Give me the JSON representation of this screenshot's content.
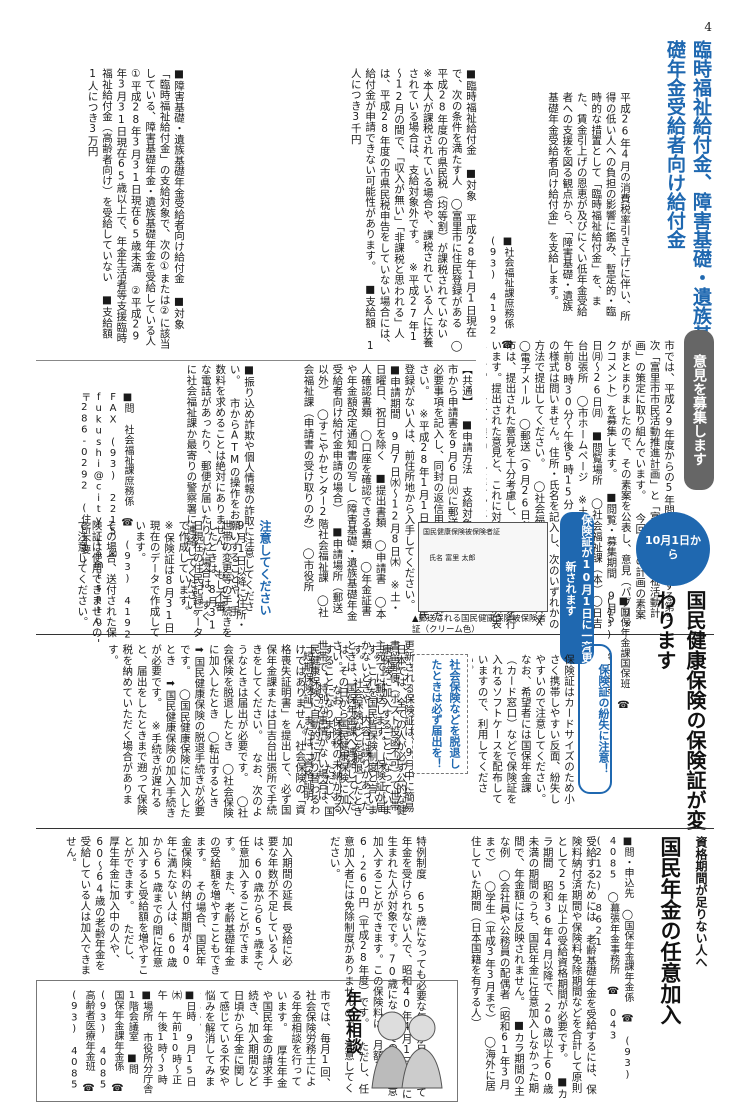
{
  "page_number": "4",
  "welfare": {
    "title": "臨時福祉給付金、障害基礎・遺族基礎年金受給者向け給付金",
    "intro": "平成26年4月の消費税率引き上げに伴い、所得の低い人への負担の影響に鑑み、暫定的・臨時的な措置として「臨時福祉給付金」を、また、賃金引上げの恩恵が及びにくい低年金受給者への支援を図る観点から、「障害基礎・遺族基礎年金受給者向け給付金」を支給します。",
    "contact": "■社会福祉課庶務係 ☎ (93) 4192 FAX (93) 2215",
    "col1": "■臨時福祉給付金 ■対象 平成28年1月1日現在で、次の条件を満たす人 ◯富里市に住民登録がある ◯平成28年度の市県民税（均等割）が課税されていない ※本人が課税されている場合や、課税されている人に扶養されている場合は、支給対象外です。 ※平成27年1～12月の間で、「収入が無い」「非課税と思われる」人は、平成28年度の市県民税申告をしていない場合には、給付金が申請できない可能性があります。 ■支給額 1人につき3千円",
    "col2": "■障害基礎・遺族基礎年金受給者向け給付金 ■対象 「臨時福祉給付金」の支給対象で、次の①または②に該当している、障害基礎年金・遺族基礎年金を受給している人 ①平成28年3月31日現在65歳未満 ②平成29年3月31日現在65歳以上で、年金生活者等支援臨時福祉給付金（高齢者向け）を受給していない ■支給額 1人につき3万円",
    "col3": "【共通】 ■申請方法 支給対象と思われる人に、市から申請書を9月6日㈫に郵送します。その後、必要事項を記入し、同封の返信用封筒で送付してください。 ※平成28年1月1日時点で富里市に住民登録がない人は、前住所地から入手してください。 ■申請期間 9月7日㈬～12月8日㈭ ※土・日曜日、祝日を除く ■提出書類 ◯申請書 ◯本人確認書類 ◯口座を確認できる書類 ◯年金証書や年金額改定通知書の写し（障害基礎・遺族基礎年金受給者向け給付金申請の場合） ■申請場所（郵送以外） ◯すこやかセンター2階社会福祉課 ◯社会福祉課（申請書の受け取りのみ） ◯市役所",
    "col4": "■振り込め詐欺や個人情報の詐取に注意してください。 市からATMの操作をお願いすることや、手数料を求めることは絶対にありません。 もし不審な電話があったり、郵便が届いたりした場合は、すぐに社会福祉課か最寄りの警察署に連絡してください。"
  },
  "opinion": {
    "heading": "意見を募集します",
    "body": "市では、平成29年度からの5年間を計画期間とする第5次「富里市市民活動推進計画」と「富里市地域福祉活動計画」の策定に取り組んでいます。 今回、この計画の素案がまとまりましたので、その素案を公表し、意見（パブリックコメント）を募集します。 ■閲覧・募集期間 9月5日㈪～26日㈪ ■閲覧場所 ◯社会福祉課（本）◯日吉台出張所 ◯市ホームページ ※土・日曜日、祝日を除く午前8時30分～午後5時15分 ■提出方法 意見書の様式は問いません。住所・氏名を記入し、次のいずれかの方法で提出してください。 ◯社会福祉課窓口 ◯FAX ◯電子メール ◯郵送（9月26日必着） ■その他 市は、提出された意見を十分考慮し、最終的な意見決定を行います。提出された意見と、これに対する市の考え方を公表します。 なお、提出された意見に対しては、個別に回答しません。また意見の内容に関するお問い合わせについては、内容を要約して公表することがあります。",
    "contact": "■問 社会福祉課庶務係 ☎ (93) 4192 FAX (93) 2215 ✉ fukushi@city.tomisato.lg.jp 〒286-0292 (住所不要)"
  },
  "insurance": {
    "badge": "10月1日から",
    "title": "国民健康保険の保険証が変わります",
    "contact": "■国保年金課国保班 ☎ (93) 4083",
    "notice_head": "保険証が10月1日に一斉更新されます",
    "card_caption": "▲郵送される国民健康保険被保険者証（クリーム色）",
    "card_title": "国民健康保険被保険者証",
    "card_field": "氏名 富里 太郎",
    "body1": "更新される保険証は、9月中に簡易書留郵便（ポスト投函不可）で世帯主宛てに郵送します。 保険証が届かないときや、内容に誤りがあったときは、国保年金課へ連絡してください。 なお、保険税の未納がある世帯で、特別な事情がない場合は、「短期保険証」または「資格証明書」を発行します。",
    "caution_head": "注意してください",
    "caution_body": "9月1日以降に住所・世帯の変更等の手続きをしたときは、8月31日現在の住民記録データで作成しています。 ※保険証は8月31日現在のデータで作成しています。",
    "body2": "その場合、送付された保険証は使用できませんので注意してください。",
    "card_head": "保険証の紛失に注意！",
    "card_body": "保険証はカードサイズのため小さく携帯しやすい反面、紛失しやすいので注意してください。 なお、希望者には国保年金課（カード窓口）などで保険証を入れるソフトケースを配布していますので、利用してください。",
    "social_head": "社会保険などを脱退したときは必ず届出を！",
    "social_body": "日本では、全ての人が必ず公的な健康保険に加入することになっています。これを国民皆保険制度と言います。 社会保険などを脱退したときは、その日から国民健康保険に加入することになります。 ただし、国民健康保険に自動的に切り替わるわけではありません。社会保険の「資格喪失証明書」を提出して、必ず国保年金課または日吉台出張所で手続きをしてください。 なお、次のようなときは届出が必要です。 ◯社会保険を脱退したとき ◯社会保険に加入したとき ◯転出するとき ➡国民健康保険の脱退手続きが必要です。 ◯国民健康保険に加入したとき ➡国民健康保険の加入手続きが必要です。 ※手続きが遅れると、届出をしたときまで遡って保険税を納めていただく場合があります。"
  },
  "pension": {
    "title_pre": "資格期間が足りない人へ",
    "title": "国民年金の任意加入",
    "contact": "■問・申込先 ◯国保年金課年金係 ☎ (93) 4085 ◯幕張年金事務所 ☎ 043 (212) 8621",
    "col_a": "受給するためには 老齢基礎年金を受給するには、保険料納付済期間や保険料免除期間などを合計して原則として25年以上の受給資格期間が必要です。 ■カラ期間 昭和36年4月以降で、20歳以上60歳未満の期間のうち、国民年金に任意加入しなかった期間で、年金額には反映されません。 ■カラ期間の主な例 ◯会社員や公務員の配偶者（昭和61年3月まで） ◯学生（平成3年3月まで） ◯海外に居住していた期間（日本国籍を有する人）",
    "col_b": "特例制度 65歳になっても必要な年数が足りなくて年金を受けられない人で、昭和40年4月1日以前に生まれた人が対象です。70歳になるまでの間、任意加入することができます。この保険料は、月額1万6,260円（平成28年度）です。 ただし、任意加入者には免除制度がありませんので、注意してください。",
    "col_c": "加入期間の延長 受給に必要な年数が不足している人は、60歳から65歳まで任意加入することができます。 また、老齢基礎年金の受給額を増やすこともできます。 その場合、国民年金保険料の納付期間が40年に満たない人は、60歳から65歳までの間に任意加入すると受給額を増やすことができます。 ただし、厚生年金に加入中の人や、60～64歳の老齢年金を受給している人は加入できません。"
  },
  "consult": {
    "title": "年金相談",
    "body": "市では、毎月1回、社会保険労務士による年金相談を行っています。 厚生年金や国民年金の請求手続き、加入期間など日頃から年金に関して感じている不安や悩みを解消してみませんか。",
    "info": "■日時 9月15日㈭ 午前10時～正午 午後1時～3時 ■場所 市役所分庁舎1階会議室 ■問 国保年金課年金係 ☎ (93) 4085 高齢者医療年金班 ☎ (93) 4085"
  }
}
